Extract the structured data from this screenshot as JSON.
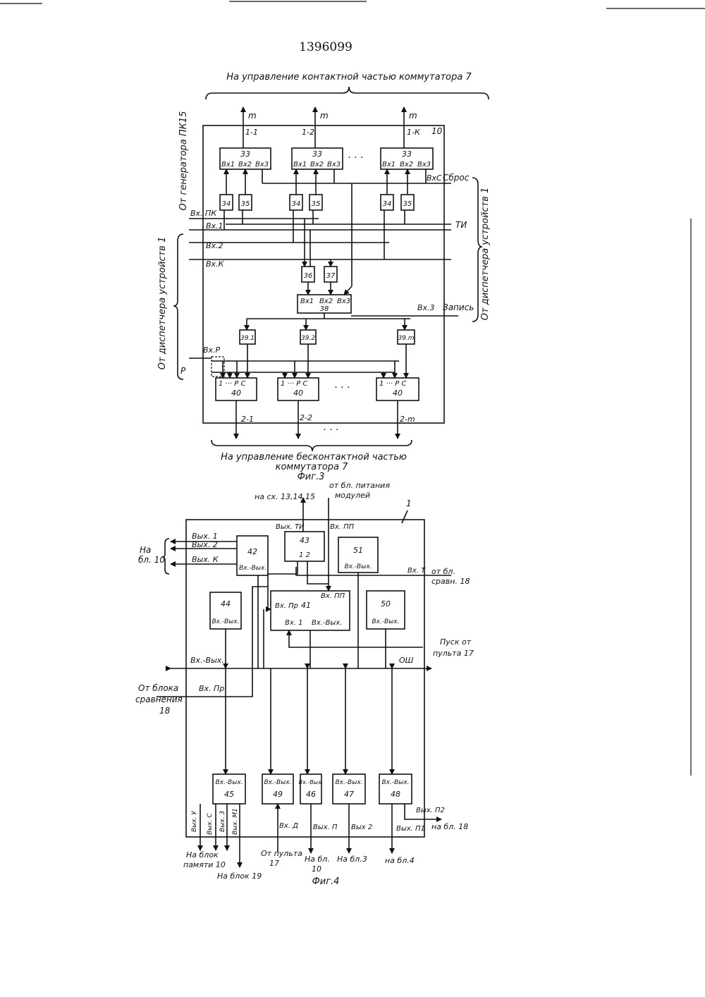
{
  "patent_number": "1396099",
  "fig3": {
    "caption": "Фиг.3",
    "top_label": "На управление контактной частью коммутатора 7",
    "bottom_label_1": "На управление бесконтактной частью",
    "bottom_label_2": "коммутатора 7",
    "left_label_generator": "От генератора ПК15",
    "left_label_dispatcher": "От диспетчера устройств 1",
    "right_label_dispatcher": "От диспетчера устройств 1",
    "block_number": "10",
    "out_m": "m",
    "outputs_top": [
      "1-1",
      "1-2",
      "1-К"
    ],
    "outputs_bottom": [
      "2-1",
      "2-2",
      "2-m"
    ],
    "block33": "33",
    "block34": "34",
    "block35": "35",
    "block36": "36",
    "block37": "37",
    "block38": "38",
    "block39": [
      "39.1",
      "39.2",
      "39.m"
    ],
    "block40": "40",
    "in_vx1": "Вх1",
    "in_vx2": "Вх2",
    "in_vx3": "Вх3",
    "in_vxc": "ВхС",
    "sbros": "Сброс",
    "ti": "ТИ",
    "zapis": "Запись",
    "vx3": "Вх.3",
    "vx_pk": "Вх. ПК",
    "vx_1": "Вх.1",
    "vx_2": "Вх.2",
    "vx_k": "Вх.К",
    "vx_p": "Вх.Р",
    "p": "Р",
    "b40_ports": "1 ··· Р  С",
    "dots": "· · ·"
  },
  "fig4": {
    "caption": "Фиг.4",
    "block_number": "1",
    "to_scheme": "на сх. 13,14,15",
    "power_1": "от бл. питания",
    "power_2": "модулей",
    "na_bl10_1": "На",
    "na_bl10_2": "бл. 10",
    "vyx1": "Вых. 1",
    "vyx2": "Вых. 2",
    "vyxk": "Вых. К",
    "vx_vyx": "Вх.-Вых.",
    "vyx_ti": "Вых. ТИ",
    "vx_pp": "Вх. ПП",
    "vx_pr": "Вх. Пр",
    "vx_1": "Вх. 1",
    "vx_t": "Вх. Т",
    "ot_bl_1": "от бл.",
    "ot_bl_2": "сравн. 18",
    "pusk_1": "Пуск от",
    "pusk_2": "пульта 17",
    "osh": "ОШ",
    "ot_bloka_1": "От блока",
    "ot_bloka_2": "сравнения",
    "ot_bloka_3": "18",
    "b41": "41",
    "b42": "42",
    "b43": "43",
    "b43_ports": "1  2",
    "b44": "44",
    "b45": "45",
    "b46": "46",
    "b47": "47",
    "b48": "48",
    "b49": "49",
    "b50": "50",
    "b51": "51",
    "vyx_u": "Вых. У",
    "vyx_c": "Вых. С",
    "vyx_3": "Вых. 3",
    "vyx_m1": "Вых. М1",
    "vx_d": "Вх. Д",
    "vyx_p": "Вых. П",
    "vyx_2b": "Вых 2",
    "vyx_p1": "Вых. П1",
    "vyx_p2": "Вых. П2",
    "na_bl18": "на бл. 18",
    "na_blok_pam_1": "На блок",
    "na_blok_pam_2": "памяти 10",
    "na_blok19": "На блок 19",
    "ot_pulta_1": "От пульта",
    "ot_pulta_2": "17",
    "na_bl10b_1": "На бл.",
    "na_bl10b_2": "10",
    "na_bl3": "На бл.3",
    "na_bl4": "на бл.4"
  }
}
